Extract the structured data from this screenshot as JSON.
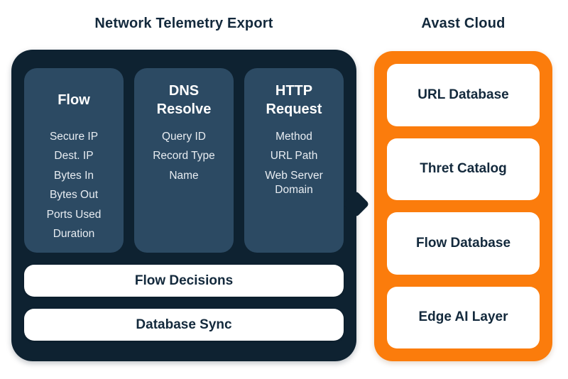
{
  "telemetry": {
    "title": "Network Telemetry Export",
    "columns": [
      {
        "header": "Flow",
        "items": [
          "Secure IP",
          "Dest. IP",
          "Bytes In",
          "Bytes Out",
          "Ports Used",
          "Duration"
        ]
      },
      {
        "header": "DNS Resolve",
        "items": [
          "Query ID",
          "Record Type",
          "Name"
        ]
      },
      {
        "header": "HTTP Request",
        "items": [
          "Method",
          "URL Path",
          "Web Server Domain"
        ]
      }
    ],
    "bars": [
      {
        "label": "Flow Decisions"
      },
      {
        "label": "Database Sync"
      }
    ]
  },
  "cloud": {
    "title": "Avast Cloud",
    "cards": [
      {
        "label": "URL Database"
      },
      {
        "label": "Thret Catalog"
      },
      {
        "label": "Flow Database"
      },
      {
        "label": "Edge AI Layer"
      }
    ]
  },
  "colors": {
    "navy": "#0E2231",
    "slate_blue": "#2C4A63",
    "orange": "#FB7C0C",
    "title_text": "#13293C",
    "list_text": "#E8EDF2",
    "card_bg": "#FFFFFF"
  }
}
